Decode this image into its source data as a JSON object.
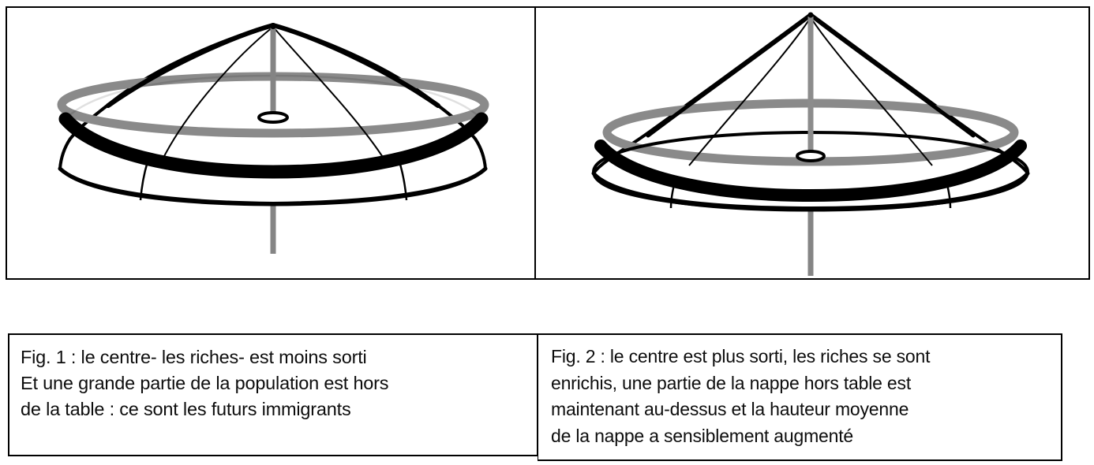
{
  "document": {
    "title": "Nappe sur table — Fig. 1 et Fig. 2",
    "background_color": "#ffffff",
    "border_color": "#000000"
  },
  "figures": [
    {
      "id": "figure-1",
      "name": "tablecloth-drawing-less-pulled",
      "description": "Dessin d'une nappe conique posee sur une table ronde, le centre est peu sorti, la nappe pend largement hors de la table",
      "colors": {
        "outline": "#000000",
        "cloth_edge_band": "#000000",
        "table_ring": "#808080",
        "pole": "#808080"
      },
      "parts": [
        "mat-superieur",
        "nappe-conique",
        "anneau-table-gris",
        "bande-noire-bord-nappe",
        "pan-de-nappe-hors-table",
        "moyeu-central",
        "pied-de-table"
      ]
    },
    {
      "id": "figure-2",
      "name": "tablecloth-drawing-more-pulled",
      "description": "Dessin d'une nappe conique tiree vers le haut, le centre est plus sorti, la nappe hors table remonte au-dessus du plateau",
      "colors": {
        "outline": "#000000",
        "cloth_edge_band": "#000000",
        "table_ring": "#808080",
        "pole": "#808080"
      },
      "parts": [
        "mat-superieur",
        "nappe-conique",
        "anneau-table-gris",
        "bande-noire-bord-nappe",
        "pan-de-nappe-hors-table",
        "moyeu-central",
        "pied-de-table"
      ]
    }
  ],
  "captions": {
    "left": {
      "name": "caption-figure-1",
      "lines": [
        "Fig. 1 : le centre- les riches- est moins sorti",
        "Et une grande partie de la population est hors",
        "de la table : ce sont les futurs immigrants"
      ]
    },
    "right": {
      "name": "caption-figure-2",
      "lines": [
        "Fig. 2 : le centre est plus sorti, les riches se sont",
        "enrichis, une partie de la nappe hors table est",
        "maintenant au-dessus et la hauteur moyenne",
        "de la nappe a sensiblement augmenté"
      ]
    }
  }
}
